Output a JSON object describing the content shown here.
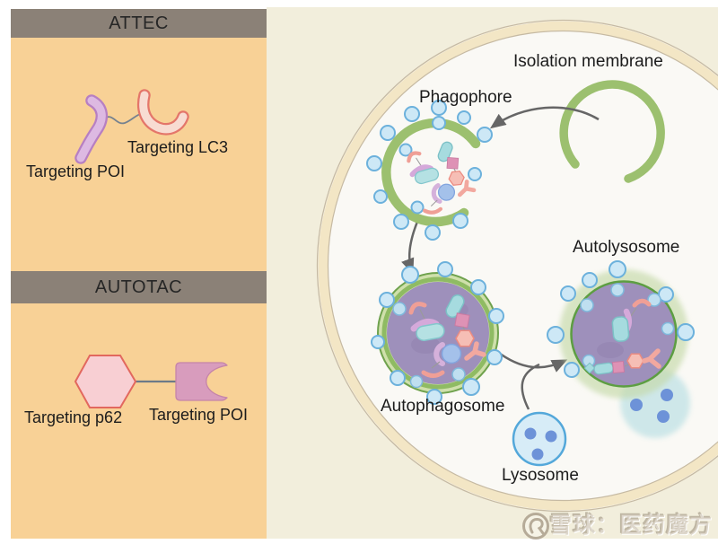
{
  "attec": {
    "title": "ATTEC",
    "poi_label": "Targeting POI",
    "lc3_label": "Targeting LC3"
  },
  "autotac": {
    "title": "AUTOTAC",
    "p62_label": "Targeting p62",
    "poi_label": "Targeting POI"
  },
  "cell": {
    "isolation_membrane_label": "Isolation membrane",
    "phagophore_label": "Phagophore",
    "autophagosome_label": "Autophagosome",
    "autolysosome_label": "Autolysosome",
    "lysosome_label": "Lysosome"
  },
  "watermark": {
    "text": "雪球：医药魔方"
  },
  "colors": {
    "panel_orange": "#F8D196",
    "header_gray": "#8B8177",
    "cytoplasm_cream": "#F2EEDC",
    "cell_interior": "#FAF9F5",
    "membrane_band": "#F3E6C5",
    "membrane_green": "#9CC06F",
    "vesicle_purple": "#9E90BB",
    "lc3_dot_blue": "#CDE8F6",
    "lysosome_blue": "#54A8DA",
    "enzyme_dot_blue": "#6D92D8",
    "poi_purple": "#D9B3DE",
    "lc3_pink": "#F8DCD2",
    "p62_hexagon_pink": "#F8CFD3",
    "autotac_poi_mauve": "#D89CBD",
    "arrow_gray": "#666666"
  }
}
